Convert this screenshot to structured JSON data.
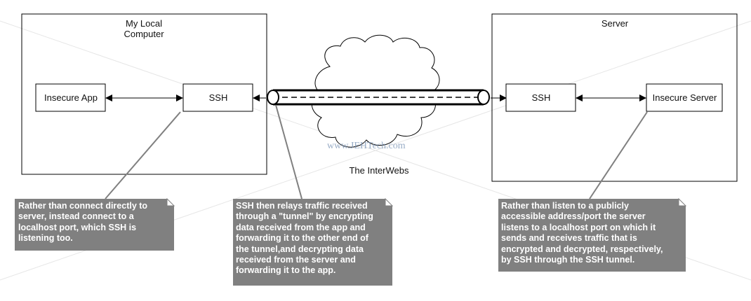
{
  "local_computer": {
    "title": "My Local\nComputer"
  },
  "server": {
    "title": "Server"
  },
  "local_app": {
    "label": "Insecure App"
  },
  "local_ssh": {
    "label": "SSH"
  },
  "server_ssh": {
    "label": "SSH"
  },
  "server_app": {
    "label": "Insecure Server"
  },
  "cloud": {
    "label": "The InterWebs"
  },
  "watermark": "www.JEHTech.com",
  "notes": [
    {
      "text": "Rather than connect directly to\nserver, instead connect to a\nlocalhost port, which SSH is\nlistening too."
    },
    {
      "text": "SSH then relays traffic received\nthrough a \"tunnel\" by encrypting\ndata received from the app and\nforwarding it to the other end of\nthe tunnel,and decrypting data\nreceived from the server and\nforwarding it to the app."
    },
    {
      "text": "Rather than listen to a publicly\naccessible address/port the server\nlistens to a localhost port on which it\nsends and receives traffic that is\nencrypted and decrypted, respectively,\nby SSH through the SSH tunnel."
    }
  ],
  "colors": {
    "note_fill": "#808080",
    "stroke": "#000000"
  }
}
